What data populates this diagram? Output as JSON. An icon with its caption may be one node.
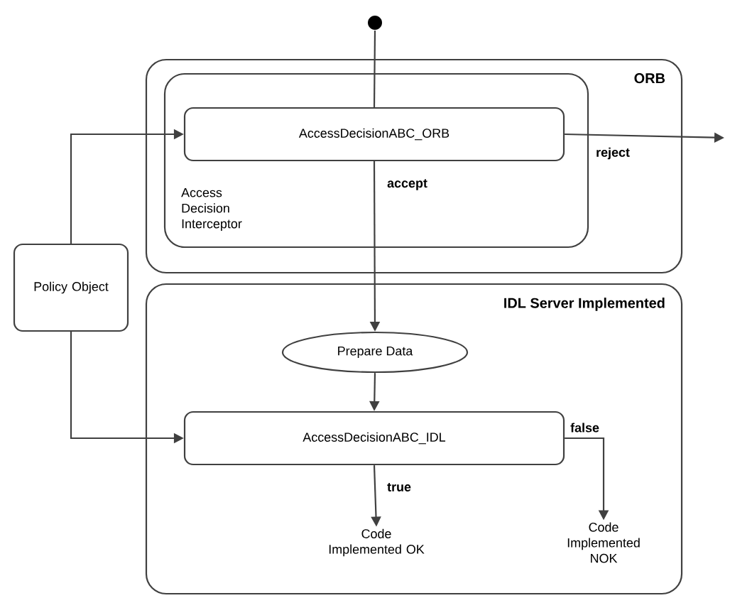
{
  "diagram": {
    "nodes": [
      {
        "text": [
          "ORB"
        ]
      },
      {
        "text": [
          "Access Decision Interceptor"
        ],
        "in": 0
      },
      {
        "text": [
          "AccessDecisionABC_ORB"
        ],
        "in": 1
      },
      {
        "text": [
          "IDL Server Implemented"
        ]
      },
      {
        "text": [
          "Prepare Data"
        ],
        "in": 3
      },
      {
        "text": [
          "AccessDecisionABC_IDL"
        ],
        "in": 3
      },
      {
        "text": [
          "Code Implemented OK"
        ],
        "in": 3
      },
      {
        "text": [
          "Code Implemented NOK"
        ],
        "in": 3
      },
      {
        "text": [
          "Policy Object"
        ]
      },
      {
        "text": [],
        "shape": "circle"
      }
    ],
    "edges": [
      {
        "from": 9,
        "to": 2,
        "arrow": "none"
      },
      {
        "from": 2,
        "to": 4,
        "arrow": "to",
        "label": "accept"
      },
      {
        "from": 2,
        "to": null,
        "arrow": "to",
        "label": "reject"
      },
      {
        "from": 8,
        "to": 2,
        "arrow": "to"
      },
      {
        "from": 8,
        "to": 5,
        "arrow": "to"
      },
      {
        "from": 4,
        "to": 5,
        "arrow": "to"
      },
      {
        "from": 5,
        "to": 6,
        "arrow": "to",
        "label": "true"
      },
      {
        "from": 5,
        "to": 7,
        "arrow": "to",
        "label": "false"
      }
    ]
  }
}
